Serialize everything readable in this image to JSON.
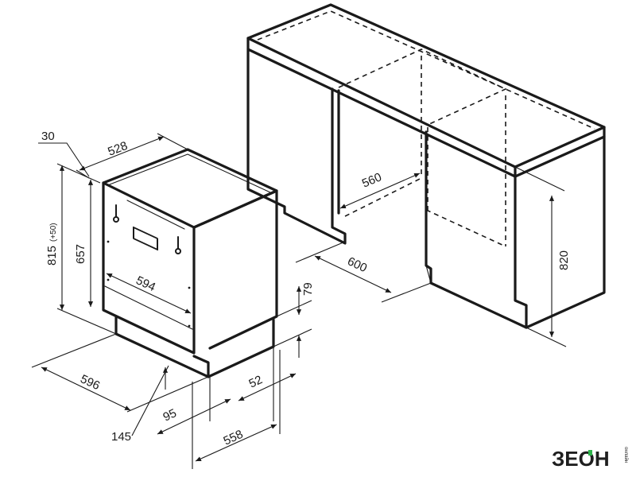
{
  "dimensions": {
    "d30": "30",
    "d528": "528",
    "d815": "815",
    "d815_tolerance": "(+50)",
    "d657": "657",
    "d594": "594",
    "d79": "79",
    "d596": "596",
    "d52": "52",
    "d95": "95",
    "d145": "145",
    "d558": "558",
    "d560": "560",
    "d600": "600",
    "d820": "820"
  },
  "logo": {
    "main": "ЗЕОН",
    "side": "онлайн"
  },
  "colors": {
    "line": "#1a1a1a",
    "logo_accent": "#2db34a"
  }
}
